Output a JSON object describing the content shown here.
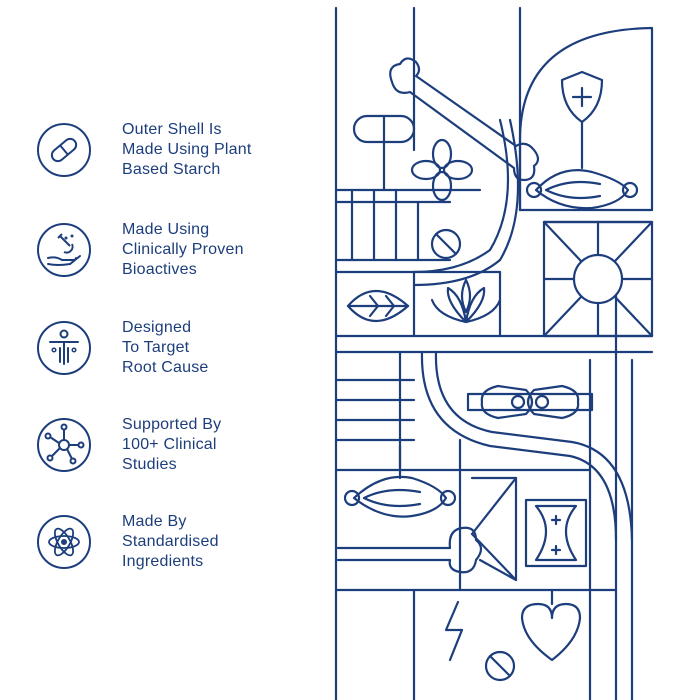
{
  "features": [
    {
      "icon": "capsule-icon",
      "lines": [
        "Outer Shell Is",
        "Made Using Plant",
        "Based Starch"
      ]
    },
    {
      "icon": "microscope-hand-icon",
      "lines": [
        "Made Using",
        "Clinically Proven",
        "Bioactives"
      ]
    },
    {
      "icon": "body-target-icon",
      "lines": [
        "Designed",
        "To Target",
        "Root Cause"
      ]
    },
    {
      "icon": "network-nodes-icon",
      "lines": [
        "Supported By",
        "100+ Clinical",
        "Studies"
      ]
    },
    {
      "icon": "atom-icon",
      "lines": [
        "Made By",
        "Standardised",
        "Ingredients"
      ]
    }
  ],
  "colors": {
    "accent": "#1d3e7c",
    "background": "#ffffff"
  }
}
